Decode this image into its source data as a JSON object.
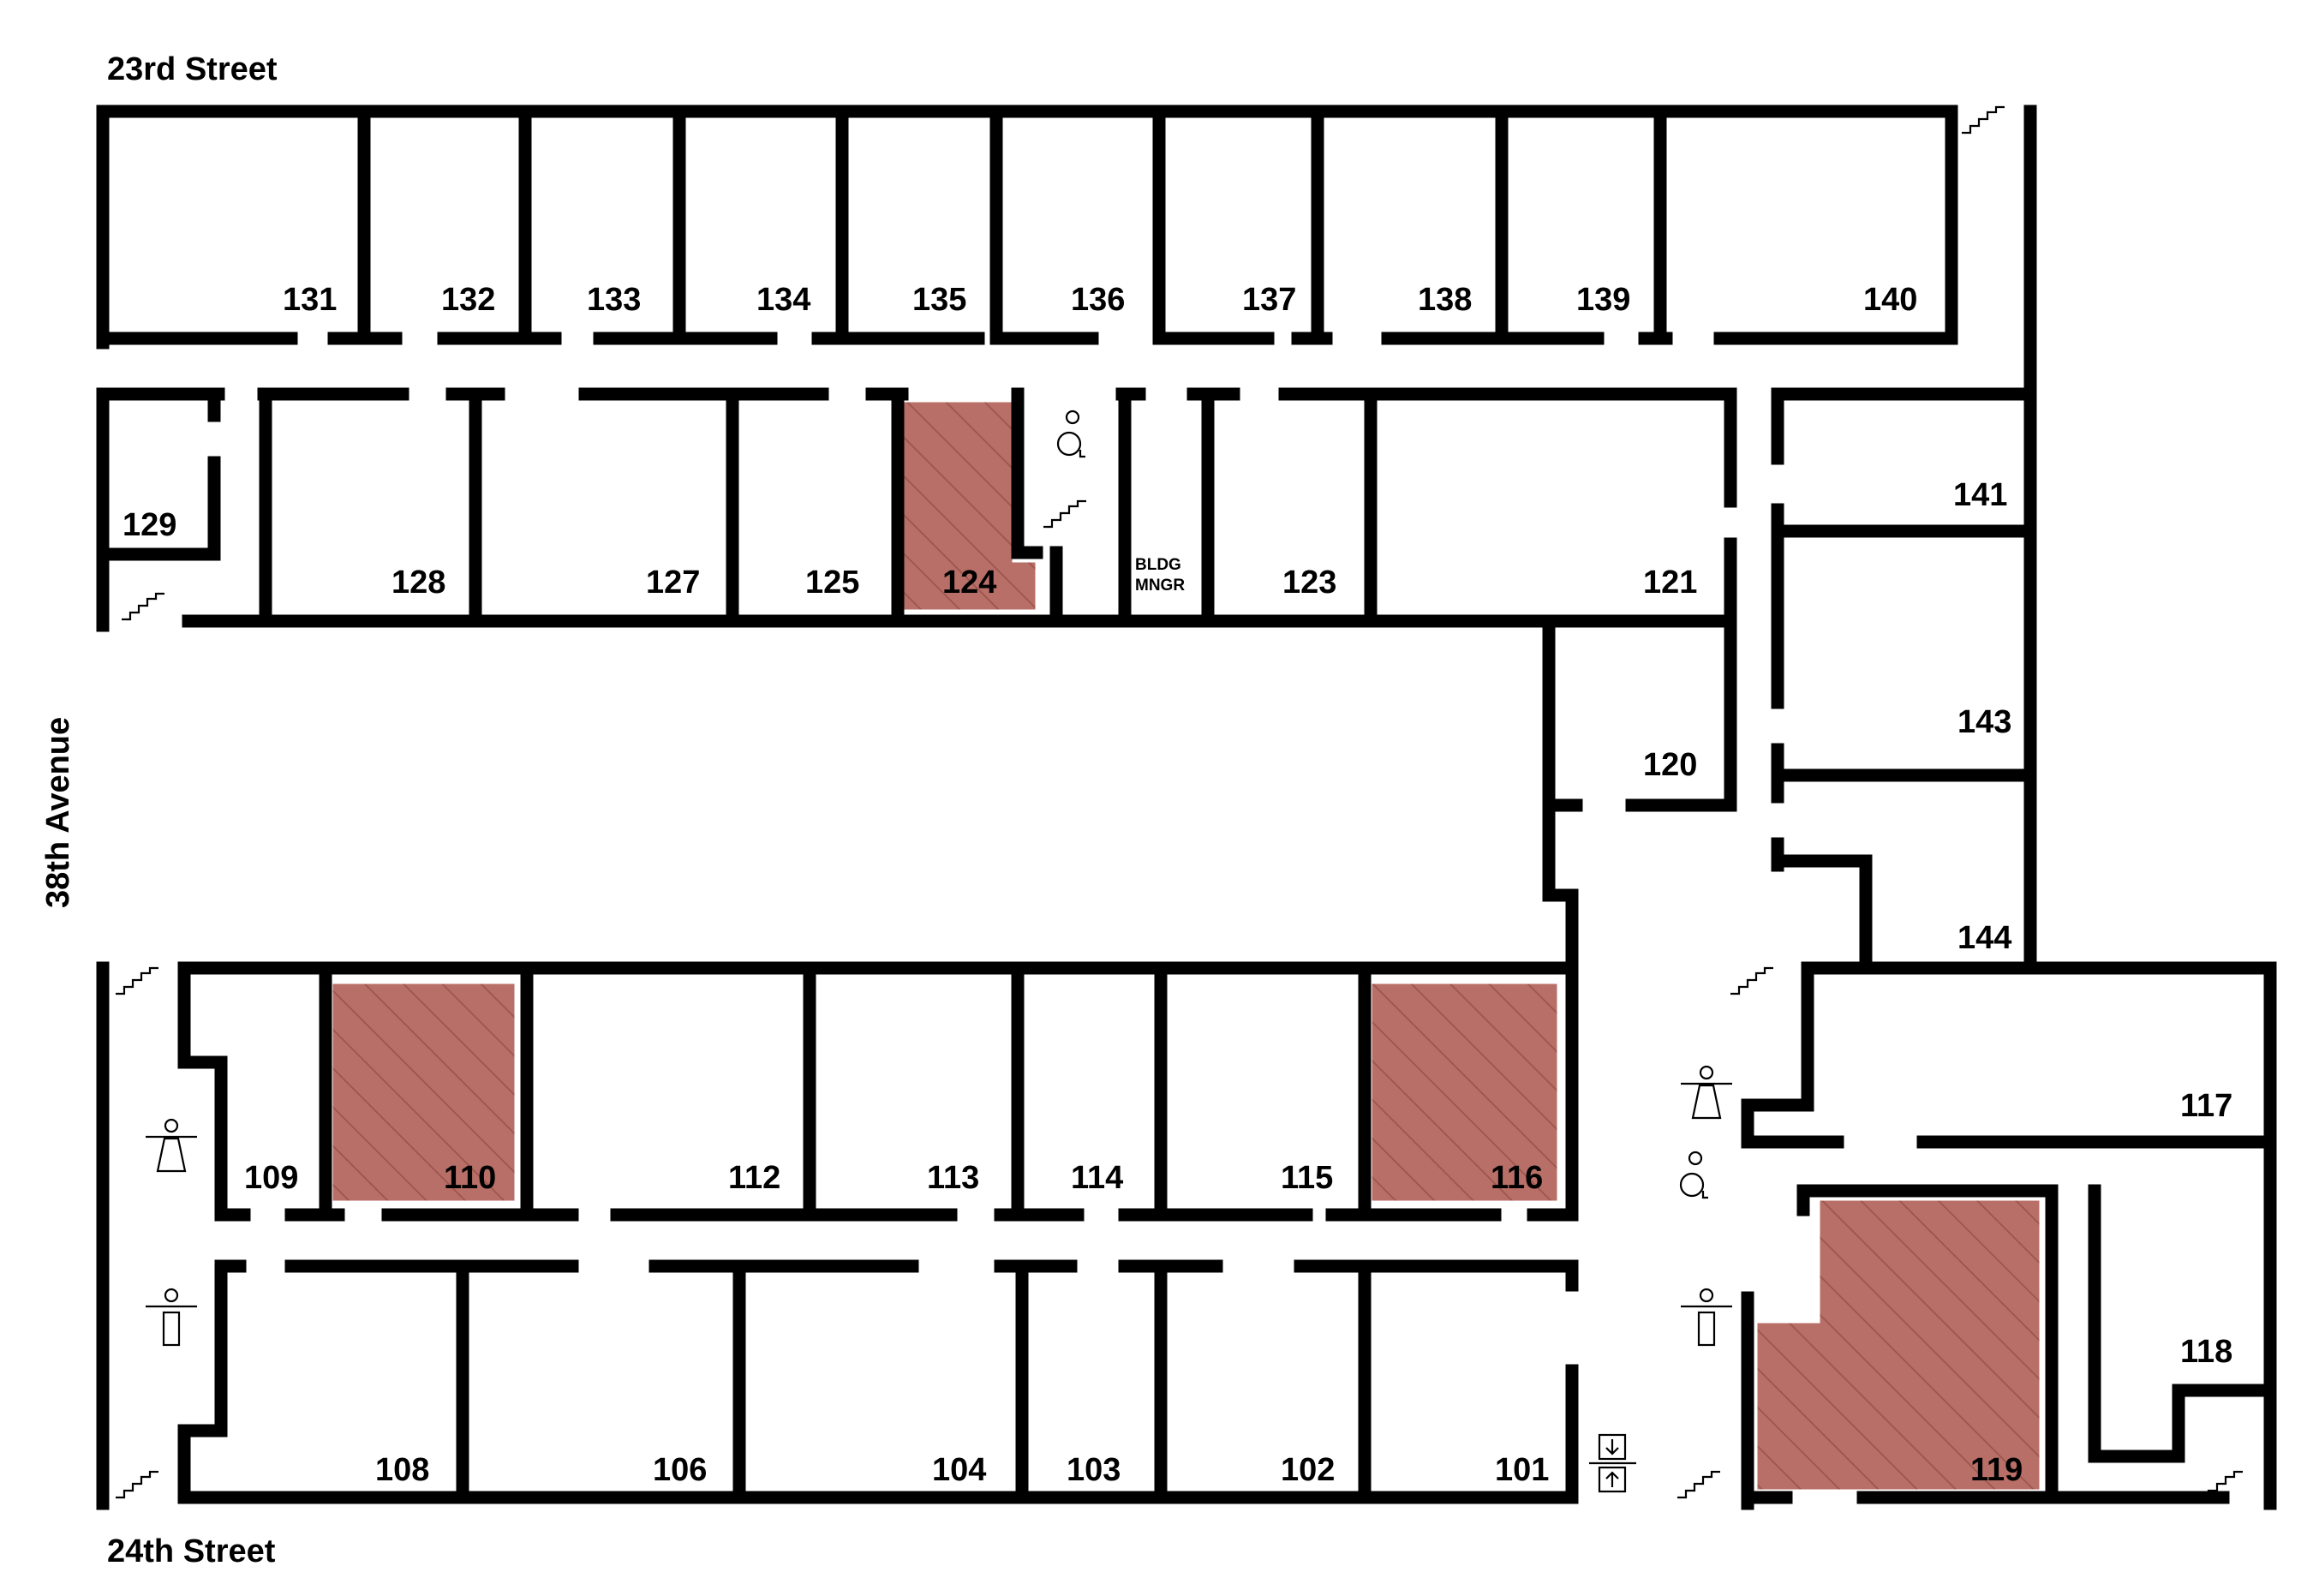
{
  "map": {
    "streets": {
      "north": "23rd Street",
      "south": "24th Street",
      "west": "38th Avenue"
    },
    "rooms": {
      "r101": "101",
      "r102": "102",
      "r103": "103",
      "r104": "104",
      "r106": "106",
      "r108": "108",
      "r109": "109",
      "r110": "110",
      "r112": "112",
      "r113": "113",
      "r114": "114",
      "r115": "115",
      "r116": "116",
      "r117": "117",
      "r118": "118",
      "r119": "119",
      "r120": "120",
      "r121": "121",
      "r123": "123",
      "r124": "124",
      "r125": "125",
      "r127": "127",
      "r128": "128",
      "r129": "129",
      "r131": "131",
      "r132": "132",
      "r133": "133",
      "r134": "134",
      "r135": "135",
      "r136": "136",
      "r137": "137",
      "r138": "138",
      "r139": "139",
      "r140": "140",
      "r141": "141",
      "r143": "143",
      "r144": "144"
    },
    "bldg_mngr": {
      "line1": "BLDG",
      "line2": "MNGR"
    },
    "highlighted_rooms": [
      "110",
      "116",
      "119",
      "124"
    ],
    "highlight_color": "#b86f67",
    "wall_color": "#000000",
    "icons": {
      "stairs": "stairs-icon",
      "restroom_women": "womens-restroom-icon",
      "restroom_men": "mens-restroom-icon",
      "restroom_accessible": "accessible-restroom-icon",
      "elevator": "elevator-icon"
    }
  }
}
